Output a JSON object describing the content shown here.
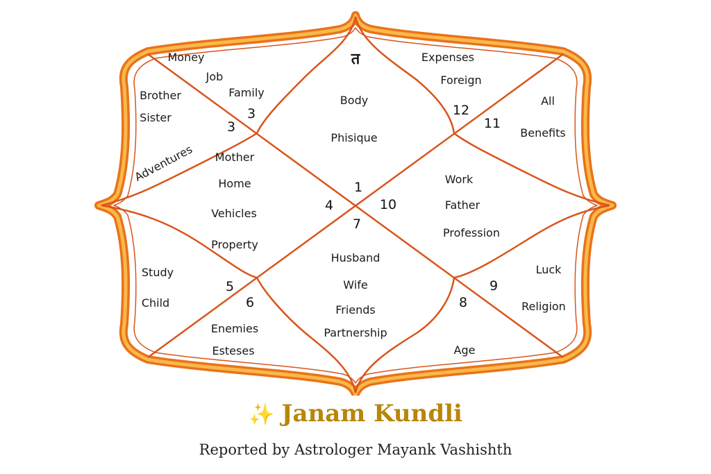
{
  "colors": {
    "frame_outer": "#e8731a",
    "frame_inner": "#fbb84a",
    "line": "#d9541a"
  },
  "houses": {
    "h1": {
      "number": "1",
      "labels": [
        "Body",
        "Phisique"
      ],
      "top_glyph": "त"
    },
    "h2": {
      "number": "3",
      "labels": [
        "Money",
        "Job",
        "Family"
      ]
    },
    "h3": {
      "number": "3",
      "labels": [
        "Brother",
        "Sister",
        "Adventures"
      ]
    },
    "h4": {
      "number": "4",
      "labels": [
        "Mother",
        "Home",
        "Vehicles",
        "Property"
      ]
    },
    "h5": {
      "number": "5",
      "labels": [
        "Study",
        "Child"
      ]
    },
    "h6": {
      "number": "6",
      "labels": [
        "Enemies",
        "Esteses"
      ]
    },
    "h7": {
      "number": "7",
      "labels": [
        "Husband",
        "Wife",
        "Friends",
        "Partnership"
      ]
    },
    "h8": {
      "number": "8",
      "labels": [
        "Age"
      ]
    },
    "h9": {
      "number": "9",
      "labels": [
        "Luck",
        "Religion"
      ]
    },
    "h10": {
      "number": "10",
      "labels": [
        "Work",
        "Father",
        "Profession"
      ]
    },
    "h11": {
      "number": "11",
      "labels": [
        "All",
        "Benefits"
      ]
    },
    "h12": {
      "number": "12",
      "labels": [
        "Expenses",
        "Foreign"
      ]
    }
  },
  "footer": {
    "sparkle_icon": "✨",
    "title": "Janam Kundli",
    "subtitle": "Reported by Astrologer Mayank Vashishth"
  }
}
